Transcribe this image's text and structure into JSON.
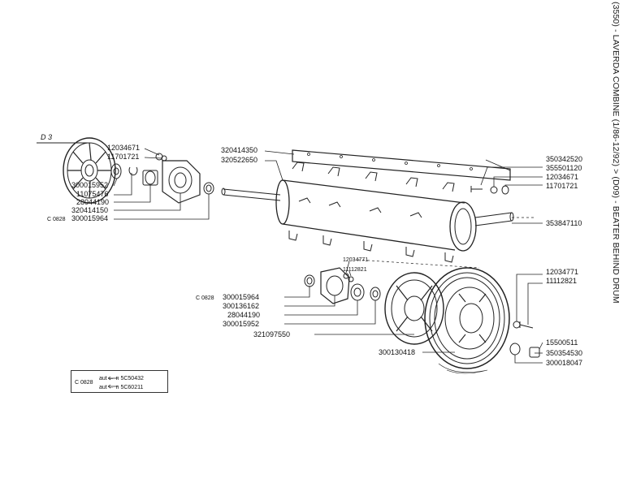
{
  "caption": "(3550) - LAVERDA COMBINE (1/86-12/92) > (D09) - BEATER BEHIND DRUM",
  "group_ref": "D 3",
  "labels": {
    "p12034671_a": "12034671",
    "p11701721_a": "11701721",
    "p300015952_a": "300015952",
    "p11075476": "11075476",
    "p28044190_a": "28044190",
    "p320414150": "320414150",
    "c0828_a": "C 0828",
    "p300015964_a": "300015964",
    "p320414350": "320414350",
    "p320522650": "320522650",
    "p350342520": "350342520",
    "p355501120": "355501120",
    "p12034671_b": "12034671",
    "p11701721_b": "11701721",
    "p353847110": "353847110",
    "p12034771_a": "12034771",
    "p11112821_a": "11112821",
    "c0828_b": "C 0828",
    "p300015964_b": "300015964",
    "p300136162": "300136162",
    "p28044190_b": "28044190",
    "p300015952_b": "300015952",
    "p321097550": "321097550",
    "p300130418": "300130418",
    "p12034771_b": "12034771",
    "p11112821_b": "11112821",
    "p15500511": "15500511",
    "p350354530": "350354530",
    "p300018047": "300018047"
  },
  "serial_box": {
    "code": "C 0828",
    "line1": "aut ← n 5C50432",
    "line2": "aut ← n 5C60211"
  }
}
